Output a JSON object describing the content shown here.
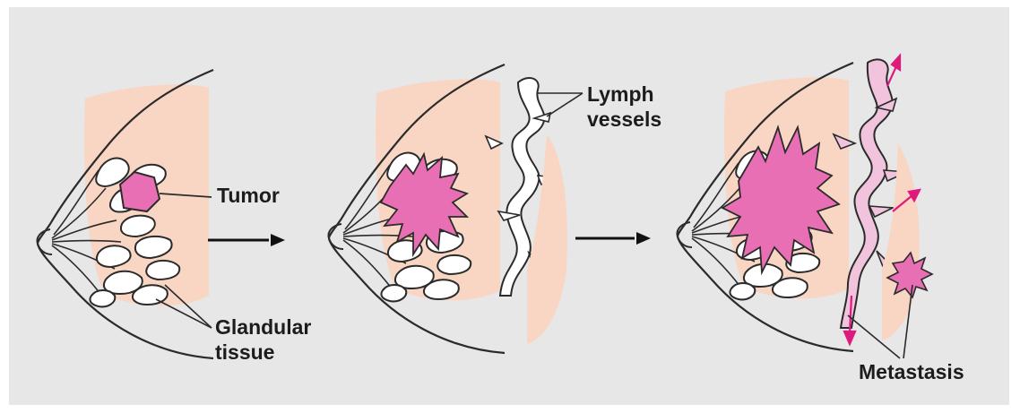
{
  "labels": {
    "tumor": "Tumor",
    "glandular_line1": "Glandular",
    "glandular_line2": "tissue",
    "lymph_line1": "Lymph",
    "lymph_line2": "vessels",
    "metastasis": "Metastasis"
  },
  "colors": {
    "background": "#e7e7e7",
    "breast_fill": "#f9d6c3",
    "tumor": "#e86fb4",
    "outline": "#2b2b2b",
    "arrow": "#111111",
    "metastasis_arrow": "#e0197d"
  },
  "stages": [
    {
      "name": "stage-localized-tumor"
    },
    {
      "name": "stage-invasion-lymph-vessels"
    },
    {
      "name": "stage-metastasis"
    }
  ]
}
